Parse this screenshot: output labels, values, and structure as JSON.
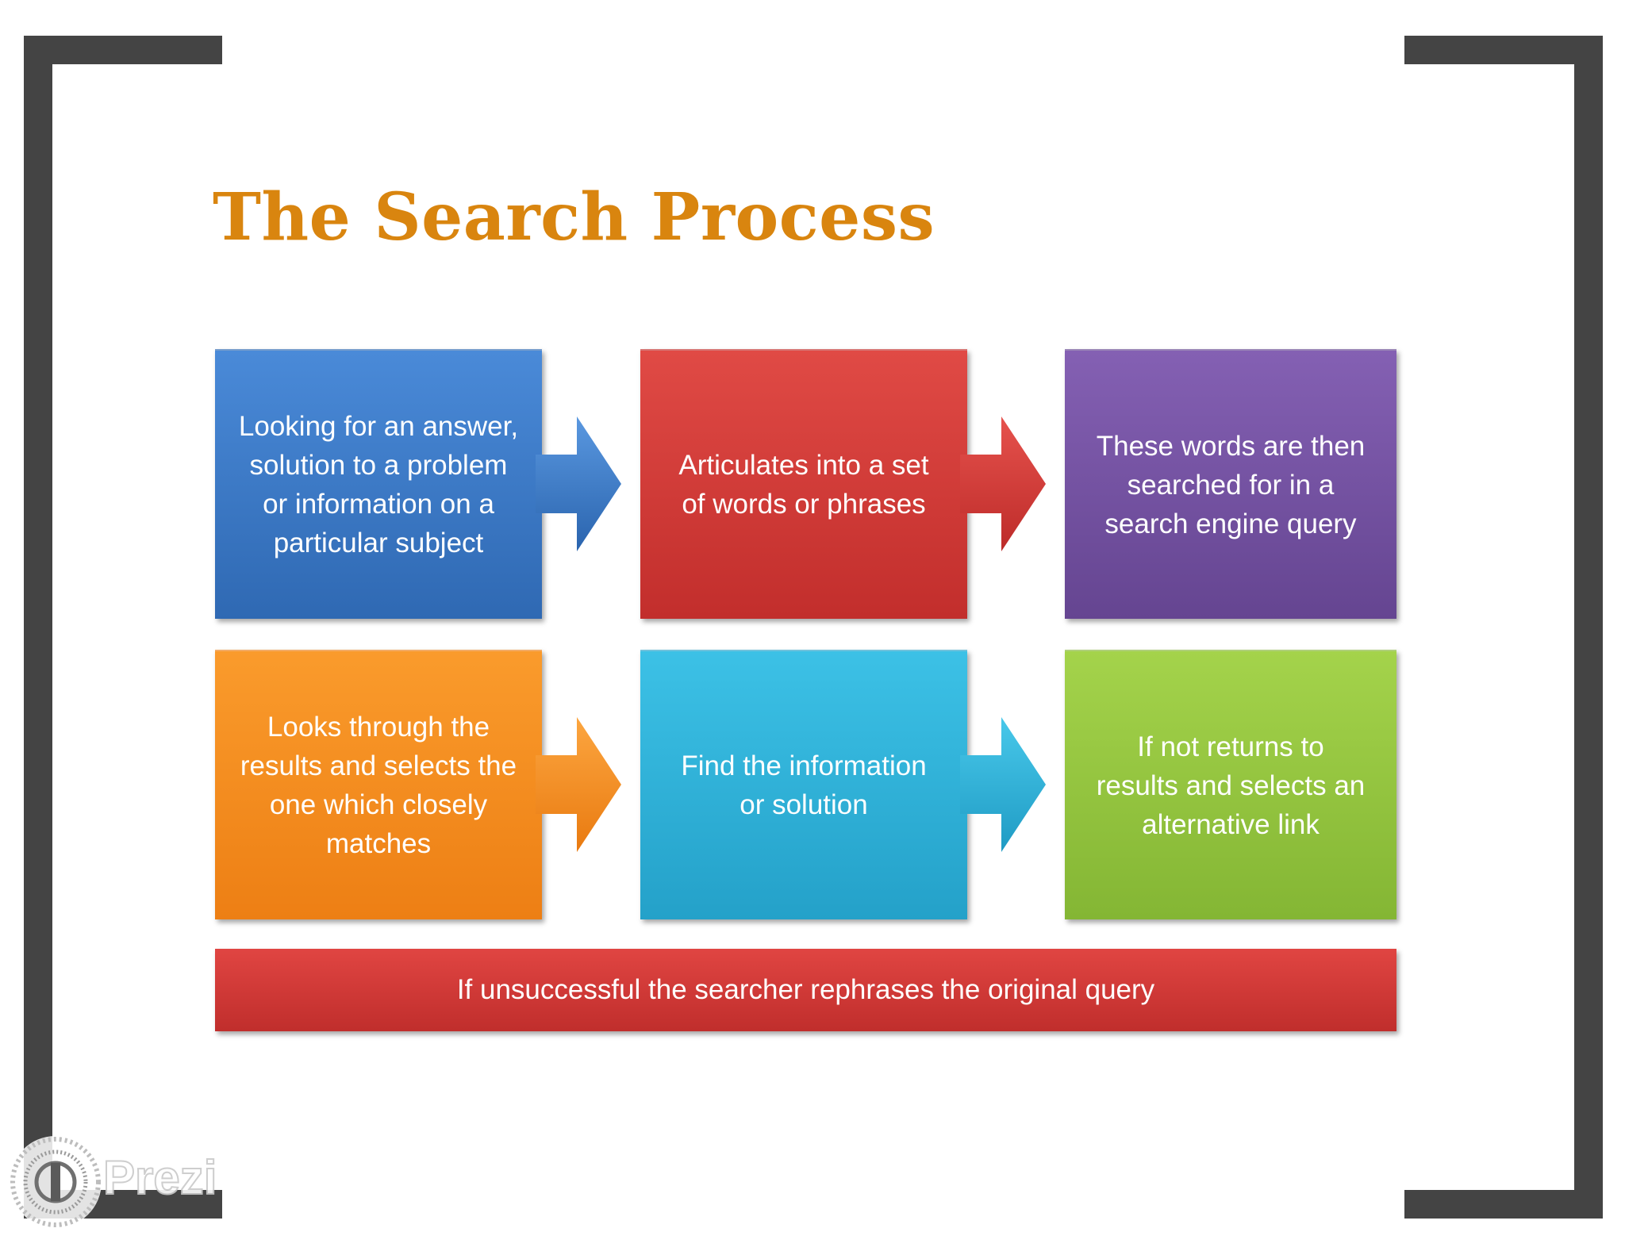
{
  "slide": {
    "title": "The Search Process",
    "steps": [
      {
        "text": "Looking for an answer,\nsolution to a problem\nor information on a\nparticular subject",
        "color": "#3a79c6"
      },
      {
        "text": "Articulates into a set\nof words or phrases",
        "color": "#d53a38"
      },
      {
        "text": "These words are then\nsearched for in a\nsearch engine query",
        "color": "#7553a3"
      },
      {
        "text": "Looks through the\nresults and selects the\none which closely\nmatches",
        "color": "#f5901f"
      },
      {
        "text": "Find the information\nor solution",
        "color": "#2fb2d8"
      },
      {
        "text": "If not returns to\nresults and selects an\nalternative link",
        "color": "#94c73d"
      }
    ],
    "footer_bar": {
      "text": "If unsuccessful the searcher rephrases the original query",
      "color": "#d33b38"
    }
  },
  "branding": {
    "logo_text": "Prezi",
    "logo_icon": "prezi-logo-icon"
  },
  "colors": {
    "title": "#d9850f",
    "frame": "#444444"
  }
}
